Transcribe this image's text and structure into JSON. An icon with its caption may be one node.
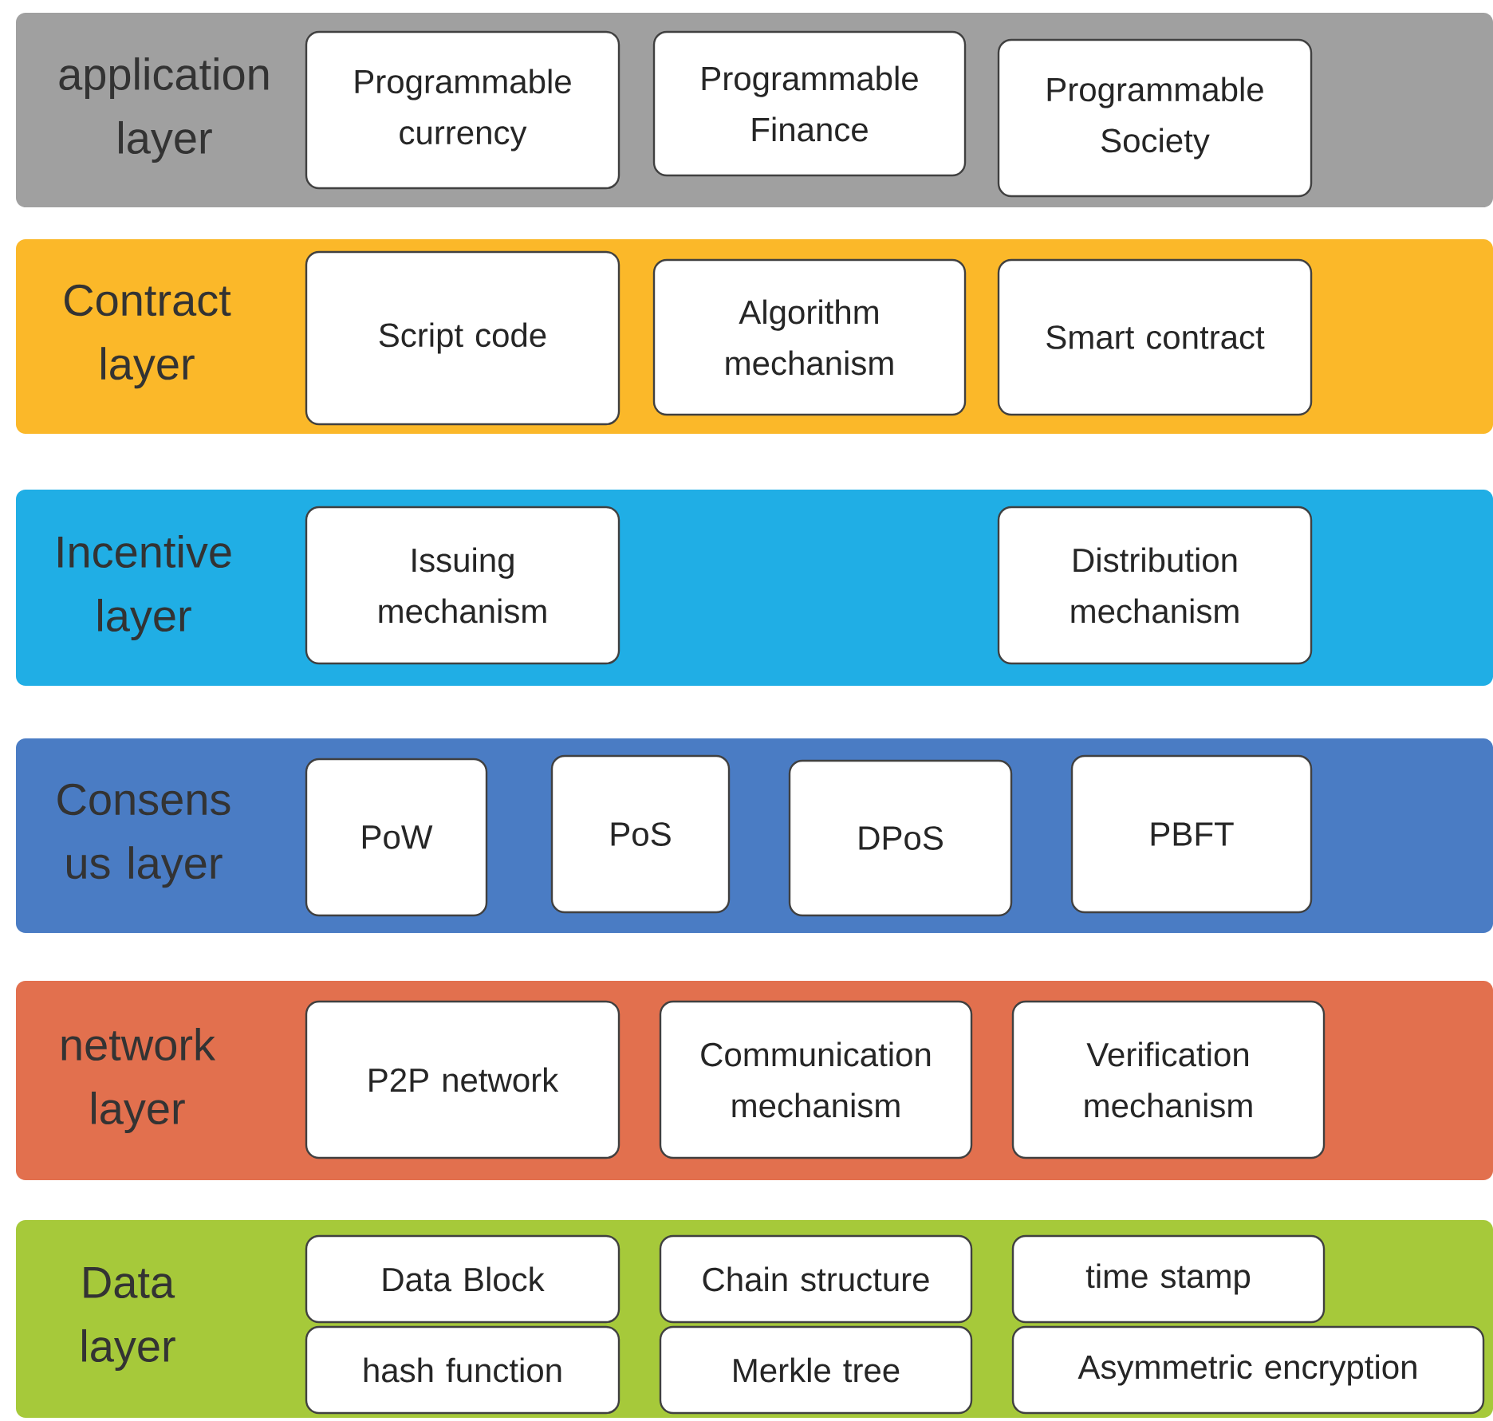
{
  "diagram": {
    "nodes": [
      {
        "text": [
          "application layer"
        ]
      },
      {
        "text": [
          "Programmable currency"
        ],
        "in": 0
      },
      {
        "text": [
          "Programmable Finance"
        ],
        "in": 0
      },
      {
        "text": [
          "Programmable Society"
        ],
        "in": 0
      },
      {
        "text": [
          "Contract layer"
        ]
      },
      {
        "text": [
          "Script code"
        ],
        "in": 4
      },
      {
        "text": [
          "Algorithm mechanism"
        ],
        "in": 4
      },
      {
        "text": [
          "Smart contract"
        ],
        "in": 4
      },
      {
        "text": [
          "Incentive layer"
        ]
      },
      {
        "text": [
          "Issuing mechanism"
        ],
        "in": 8
      },
      {
        "text": [
          "Distribution mechanism"
        ],
        "in": 8
      },
      {
        "text": [
          "Consens us layer"
        ]
      },
      {
        "text": [
          "PoW"
        ],
        "in": 11
      },
      {
        "text": [
          "PoS"
        ],
        "in": 11
      },
      {
        "text": [
          "DPoS"
        ],
        "in": 11
      },
      {
        "text": [
          "PBFT"
        ],
        "in": 11
      },
      {
        "text": [
          "network layer"
        ]
      },
      {
        "text": [
          "P2P network"
        ],
        "in": 16
      },
      {
        "text": [
          "Communication mechanism"
        ],
        "in": 16
      },
      {
        "text": [
          "Verification mechanism"
        ],
        "in": 16
      },
      {
        "text": [
          "Data layer"
        ]
      },
      {
        "text": [
          "Data Block"
        ],
        "in": 20
      },
      {
        "text": [
          "Chain structure"
        ],
        "in": 20
      },
      {
        "text": [
          "time stamp"
        ],
        "in": 20
      },
      {
        "text": [
          "hash function"
        ],
        "in": 20
      },
      {
        "text": [
          "Merkle tree"
        ],
        "in": 20
      },
      {
        "text": [
          "Asymmetric encryption"
        ],
        "in": 20
      }
    ]
  }
}
